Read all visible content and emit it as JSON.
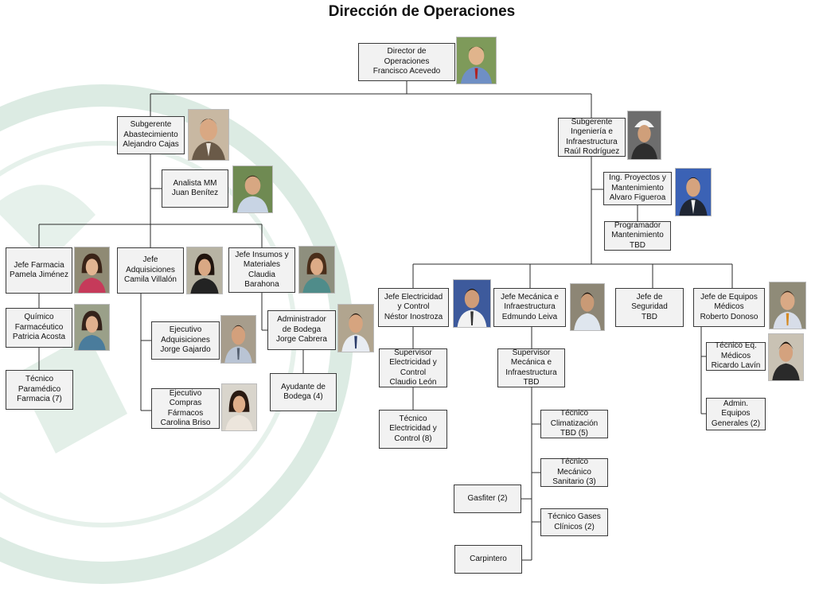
{
  "title": "Dirección de Operaciones",
  "nodes": {
    "director": "Director de\nOperaciones\nFrancisco Acevedo",
    "sub_abast": "Subgerente\nAbastecimiento\nAlejandro Cajas",
    "analista": "Analista MM\nJuan Benítez",
    "sub_ing": "Subgerente\nIngeniería e\nInfraestructura\nRaúl Rodríguez",
    "ing_proy": "Ing. Proyectos y\nMantenimiento\nAlvaro Figueroa",
    "programador": "Programador\nMantenimiento\nTBD",
    "jefe_farmacia": "Jefe Farmacia\nPamela Jiménez",
    "jefe_adq": "Jefe\nAdquisiciones\nCamila Villalón",
    "jefe_insumos": "Jefe Insumos y\nMateriales\nClaudia\nBarahona",
    "quimico": "Químico\nFarmacéutico\nPatricia Acosta",
    "tec_param": "Técnico\nParamédico\nFarmacia (7)",
    "ejec_adq": "Ejecutivo\nAdquisiciones\nJorge Gajardo",
    "ejec_compras": "Ejecutivo\nCompras\nFármacos\nCarolina Briso",
    "admin_bodega": "Administrador\nde Bodega\nJorge Cabrera",
    "ayudante": "Ayudante de\nBodega (4)",
    "jefe_elec": "Jefe Electricidad\ny Control\nNéstor Inostroza",
    "jefe_mec": "Jefe Mecánica e\nInfraestructura\nEdmundo Leiva",
    "jefe_seg": "Jefe de\nSeguridad\nTBD",
    "jefe_eqmed": "Jefe de Equipos\nMédicos\nRoberto Donoso",
    "sup_elec": "Supervisor\nElectricidad y\nControl\nClaudio León",
    "sup_mec": "Supervisor\nMecánica e\nInfraestructura\nTBD",
    "tec_elec": "Técnico\nElectricidad y\nControl (8)",
    "tec_clima": "Técnico\nClimatización\nTBD (5)",
    "tec_mec_san": "Técnico\nMecánico\nSanitario (3)",
    "gasfiter": "Gasfiter (2)",
    "tec_gases": "Técnico Gases\nClínicos (2)",
    "carpintero": "Carpintero",
    "tec_eqmed": "Técnico Eq.\nMédicos\nRicardo Lavín",
    "admin_eq": "Admin.\nEquipos\nGenerales (2)"
  },
  "colors": {
    "box_fill": "#f2f2f2",
    "box_border": "#3a3a3a",
    "line": "#2a2a2a",
    "seal": "#dcebe3"
  }
}
